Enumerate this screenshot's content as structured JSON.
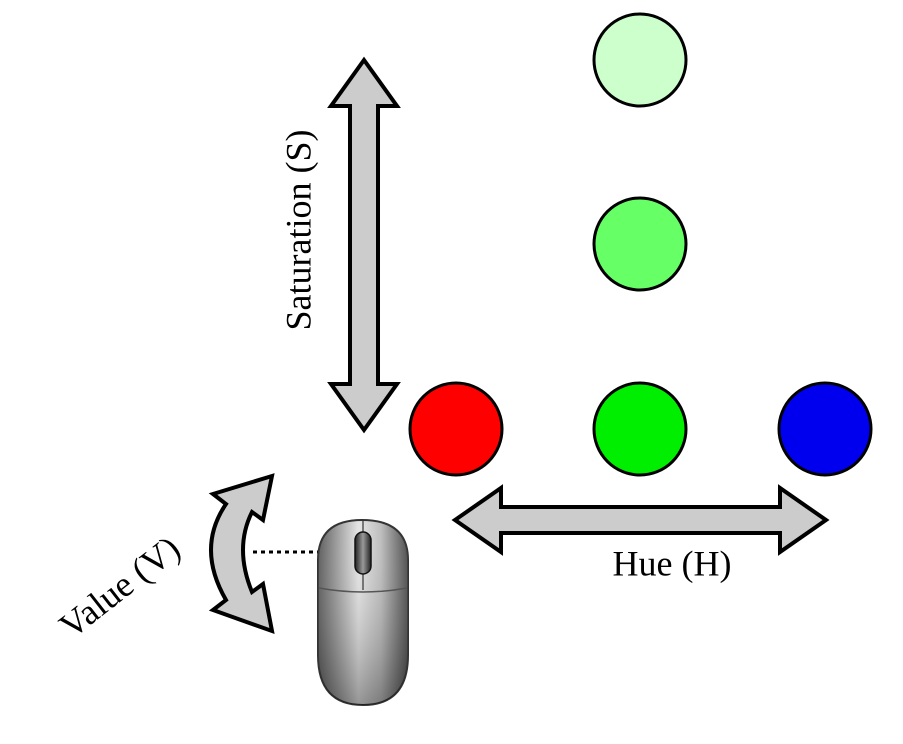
{
  "labels": {
    "saturation": "Saturation (S)",
    "hue": "Hue (H)",
    "value": "Value (V)"
  },
  "swatches": {
    "red": "#ff0000",
    "green_full": "#00ee00",
    "blue": "#0000ee",
    "green_mid": "#66ff66",
    "green_light": "#ccffcc"
  },
  "icons": {
    "saturation_arrow": "double-arrow-vertical",
    "hue_arrow": "double-arrow-horizontal",
    "value_arrow": "curved-double-arrow",
    "mouse": "mouse-with-scroll-wheel"
  },
  "colors": {
    "arrow_fill": "#cccccc",
    "outline": "#000000"
  }
}
